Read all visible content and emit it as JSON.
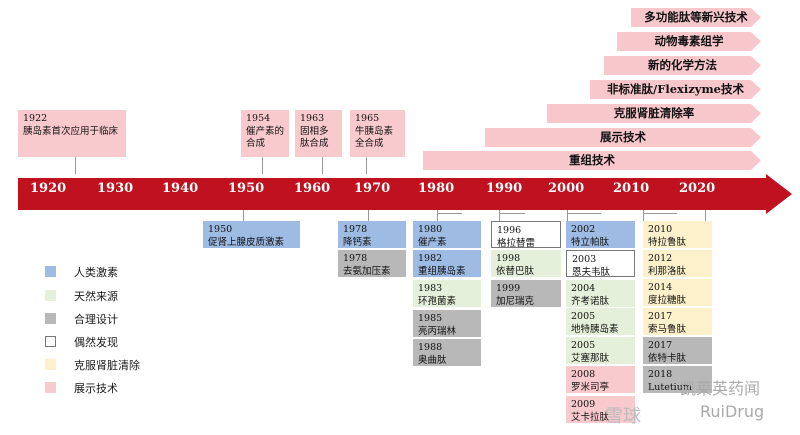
{
  "tech_arrows": [
    {
      "label": "多功能肽等新兴技术"
    },
    {
      "label": "动物毒素组学"
    },
    {
      "label": "新的化学方法"
    },
    {
      "label": "非标准肽/Flexizyme技术"
    },
    {
      "label": "克服肾脏清除率"
    },
    {
      "label": "展示技术"
    },
    {
      "label": "重组技术"
    }
  ],
  "years": [
    "1920",
    "1930",
    "1940",
    "1950",
    "1960",
    "1970",
    "1980",
    "1990",
    "2000",
    "2010",
    "2020"
  ],
  "top_events": [
    {
      "year": "1922",
      "text": "胰岛素首次应用于临床"
    },
    {
      "year": "1954",
      "text": "催产素的合成"
    },
    {
      "year": "1963",
      "text": "固相多肽合成"
    },
    {
      "year": "1965",
      "text": "牛胰岛素全合成"
    }
  ],
  "bottom_events": [
    {
      "year": "1950",
      "text": "促肾上腺皮质激素"
    },
    {
      "year": "1978",
      "text": "降钙素"
    },
    {
      "year": "1978",
      "text": "去氨加压素"
    },
    {
      "year": "1980",
      "text": "催产素"
    },
    {
      "year": "1982",
      "text": "重组胰岛素"
    },
    {
      "year": "1983",
      "text": "环孢菌素"
    },
    {
      "year": "1985",
      "text": "亮丙瑞林"
    },
    {
      "year": "1988",
      "text": "奥曲肽"
    },
    {
      "year": "1996",
      "text": "格拉替雷"
    },
    {
      "year": "1998",
      "text": "依替巴肽"
    },
    {
      "year": "1999",
      "text": "加尼瑞克"
    },
    {
      "year": "2002",
      "text": "特立帕肽"
    },
    {
      "year": "2003",
      "text": "恩夫韦肽"
    },
    {
      "year": "2004",
      "text": "齐考诺肽"
    },
    {
      "year": "2005",
      "text": "地特胰岛素"
    },
    {
      "year": "2005",
      "text": "艾塞那肽"
    },
    {
      "year": "2008",
      "text": "罗米司亭"
    },
    {
      "year": "2009",
      "text": "艾卡拉肽"
    },
    {
      "year": "2010",
      "text": "特拉鲁肽"
    },
    {
      "year": "2012",
      "text": "利那洛肽"
    },
    {
      "year": "2014",
      "text": "度拉糖肽"
    },
    {
      "year": "2017",
      "text": "索马鲁肽"
    },
    {
      "year": "2017",
      "text": "依特卡肽"
    },
    {
      "year": "2018",
      "text": "Lutetium"
    }
  ],
  "legend": [
    {
      "label": "人类激素",
      "color": "#9dbbe3"
    },
    {
      "label": "天然来源",
      "color": "#e4f0d9"
    },
    {
      "label": "合理设计",
      "color": "#b8b8b8"
    },
    {
      "label": "偶然发现",
      "color": "#ffffff"
    },
    {
      "label": "克服肾脏清除",
      "color": "#fdf1cb"
    },
    {
      "label": "展示技术",
      "color": "#f8c9cd"
    }
  ],
  "watermark": {
    "left": "雪球",
    "right": "凯莱英药闻",
    "sub": "RuiDrug"
  }
}
